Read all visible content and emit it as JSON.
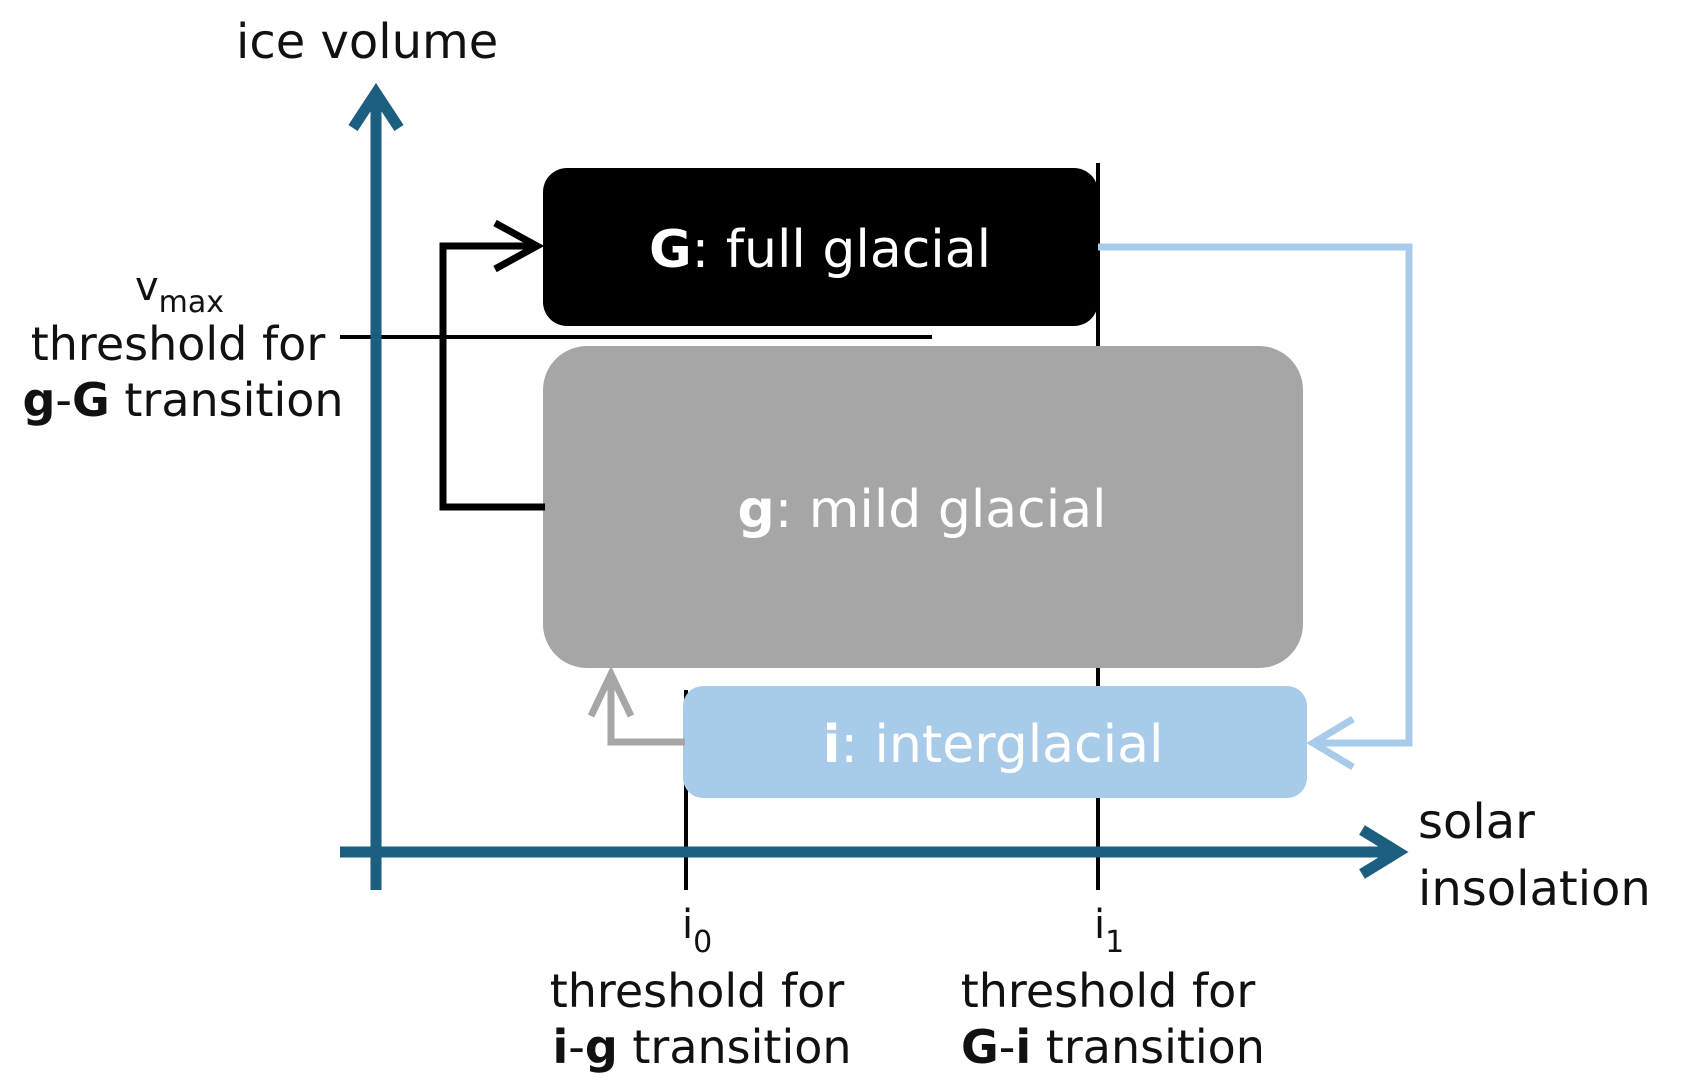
{
  "axes": {
    "y_label": "ice volume",
    "x_label_line1": "solar",
    "x_label_line2": "insolation",
    "axis_color": "#1b5e80"
  },
  "states": {
    "G": {
      "key": "G",
      "rest": ": full glacial",
      "color": "#000000"
    },
    "g": {
      "key": "g",
      "rest": ": mild glacial",
      "color": "#a6a6a6"
    },
    "i": {
      "key": "i",
      "rest": ": interglacial",
      "color": "#a9cbea"
    }
  },
  "thresholds": {
    "vmax": {
      "symbol": "v",
      "sub": "max",
      "line1": "threshold for",
      "from": "g",
      "sep": "-",
      "to": "G",
      "suffix": " transition"
    },
    "i0": {
      "symbol": "i",
      "sub": "0",
      "line1": "threshold for",
      "from": "i",
      "sep": "-",
      "to": "g",
      "suffix": " transition"
    },
    "i1": {
      "symbol": "i",
      "sub": "1",
      "line1": "threshold for",
      "from": "G",
      "sep": "-",
      "to": "i",
      "suffix": " transition"
    }
  },
  "transitions": {
    "g_to_G_color": "#000000",
    "i_to_g_color": "#a6a6a6",
    "G_to_i_color": "#a9cbea"
  }
}
